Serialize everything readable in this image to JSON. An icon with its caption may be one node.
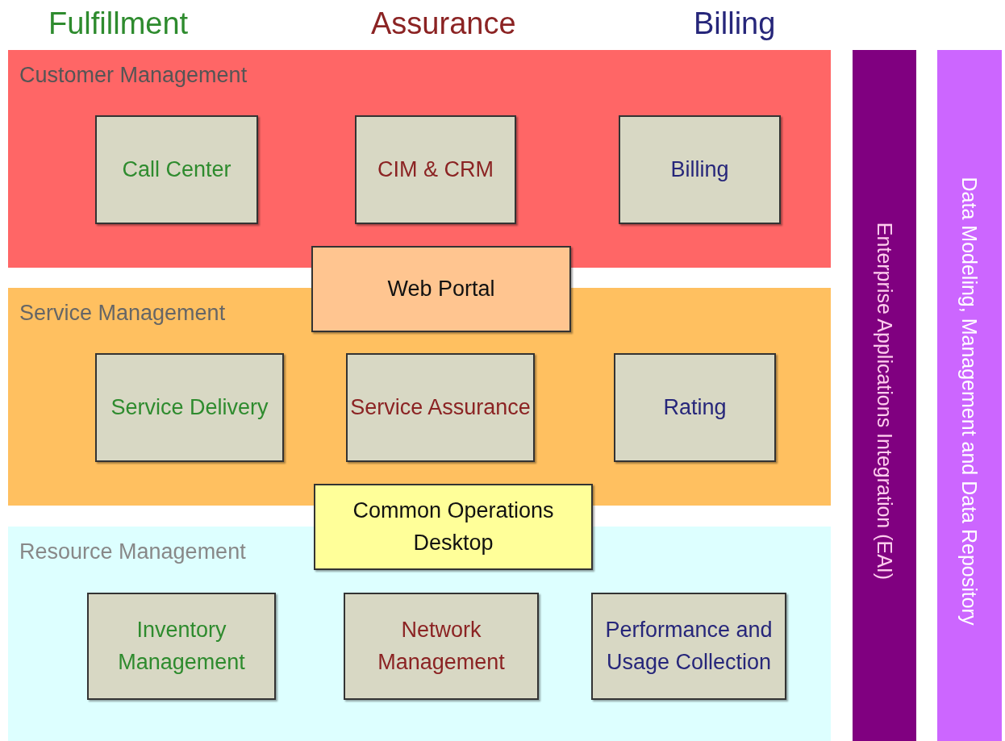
{
  "diagram": {
    "nodes": [
      {
        "text": [
          "Customer Management"
        ]
      },
      {
        "text": [
          "Call Center"
        ],
        "in": 0
      },
      {
        "text": [
          "CIM & CRM"
        ],
        "in": 0
      },
      {
        "text": [
          "Billing"
        ],
        "in": 0
      },
      {
        "text": [
          "Web Portal"
        ]
      },
      {
        "text": [
          "Service Management"
        ]
      },
      {
        "text": [
          "Service Delivery"
        ],
        "in": 5
      },
      {
        "text": [
          "Service Assurance"
        ],
        "in": 5
      },
      {
        "text": [
          "Rating"
        ],
        "in": 5
      },
      {
        "text": [
          "Common Operations Desktop"
        ]
      },
      {
        "text": [
          "Resource Management"
        ]
      },
      {
        "text": [
          "Inventory Management"
        ],
        "in": 10
      },
      {
        "text": [
          "Network Management"
        ],
        "in": 10
      },
      {
        "text": [
          "Performance and Usage Collection"
        ],
        "in": 10
      },
      {
        "text": [
          "Enterprise Applications Integration (EAI)"
        ]
      },
      {
        "text": [
          "Data Modeling, Management and Data Repository"
        ]
      }
    ],
    "labels": [
      "Fulfillment",
      "Assurance",
      "Billing"
    ]
  }
}
